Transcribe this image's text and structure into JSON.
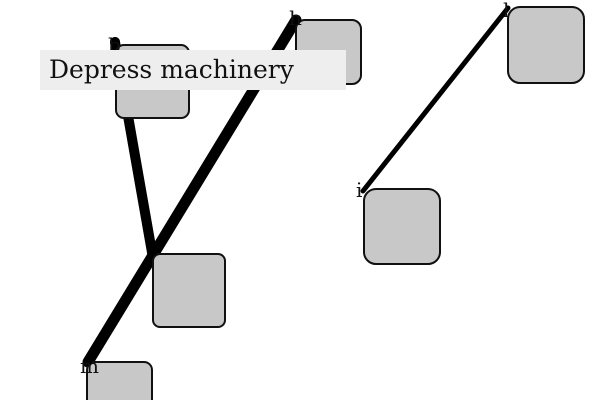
{
  "tooltip": {
    "text": "Depress machinery"
  },
  "nodes": [
    {
      "id": "top-left",
      "label": "b"
    },
    {
      "id": "top-center",
      "label": "h"
    },
    {
      "id": "top-right",
      "label": "l"
    },
    {
      "id": "middle-right",
      "label": "i"
    },
    {
      "id": "center-left",
      "label": ""
    },
    {
      "id": "bottom-left",
      "label": "m"
    }
  ],
  "colors": {
    "node_fill": "#c8c8c8",
    "node_stroke": "#111111",
    "edge": "#000000",
    "tooltip_background": "#eeeeee"
  }
}
